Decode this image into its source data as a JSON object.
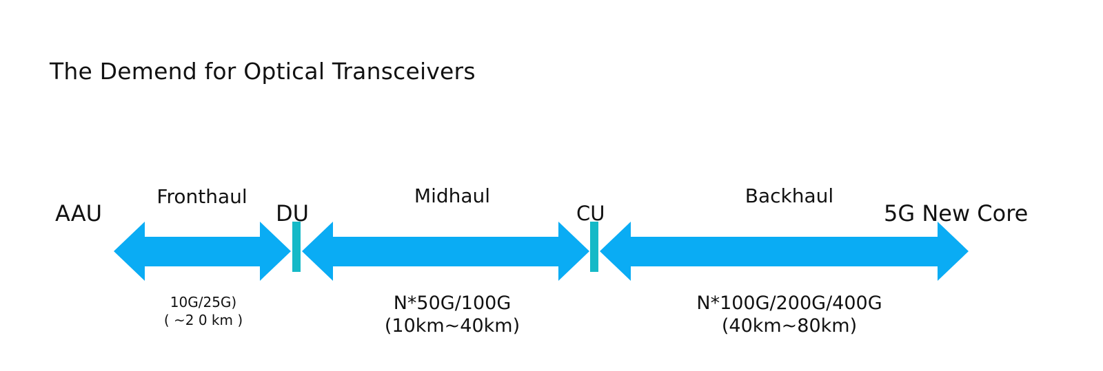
{
  "title": "The Demend for Optical Transceivers",
  "colors": {
    "arrow": "#0aacf4",
    "divider": "#15b9c7",
    "text": "#111111"
  },
  "nodes": {
    "aau": "AAU",
    "du": "DU",
    "cu": "CU",
    "core": "5G New Core"
  },
  "segments": [
    {
      "name": "Fronthaul",
      "spec_line1": "10G/25G)",
      "spec_line2": "(  ~2 0 km )"
    },
    {
      "name": "Midhaul",
      "spec_line1": "N*50G/100G",
      "spec_line2": "(10km~40km)"
    },
    {
      "name": "Backhaul",
      "spec_line1": "N*100G/200G/400G",
      "spec_line2": "(40km~80km)"
    }
  ]
}
